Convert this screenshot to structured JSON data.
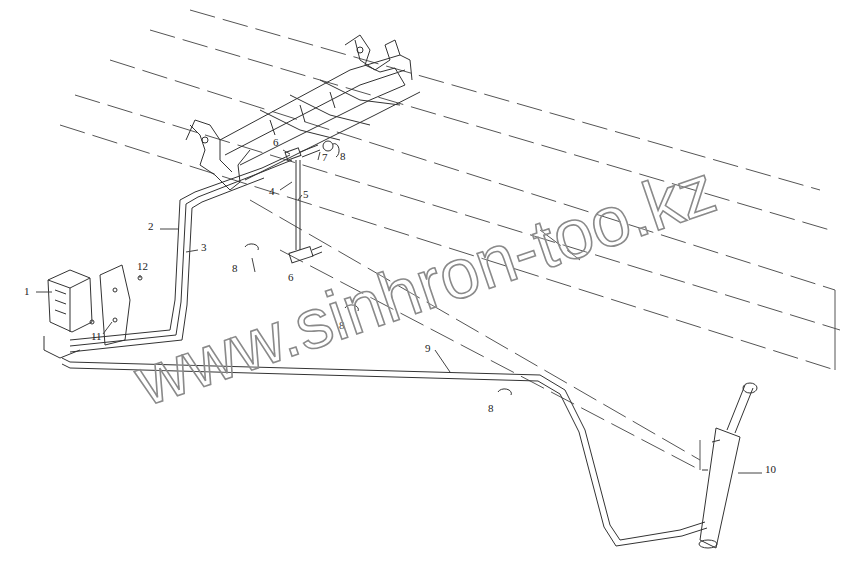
{
  "diagram": {
    "labels": [
      "1",
      "2",
      "3",
      "4",
      "5",
      "6",
      "7",
      "8",
      "6",
      "8",
      "8",
      "9",
      "8",
      "10",
      "11",
      "12",
      "www.sinhron-too.kz"
    ]
  }
}
